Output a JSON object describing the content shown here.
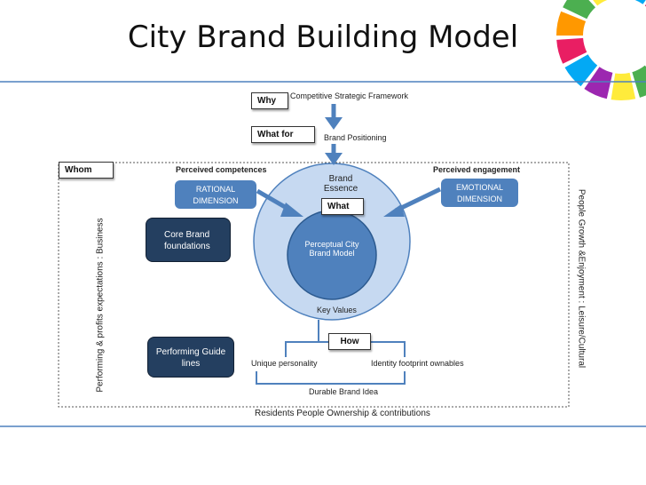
{
  "title": "City Brand Building Model",
  "labels": {
    "why": "Why",
    "what_for": "What for",
    "whom": "Whom",
    "what": "What",
    "how": "How"
  },
  "texts": {
    "competitive_framework": "Competitive Strategic Framework",
    "brand_positioning": "Brand Positioning",
    "perceived_competences": "Perceived competences",
    "perceived_engagement": "Perceived engagement",
    "brand_essence": "Brand Essence",
    "rational_dimension": "RATIONAL DIMENSION",
    "emotional_dimension": "EMOTIONAL DIMENSION",
    "core_brand_foundations": "Core  Brand foundations",
    "perceptual_model": "Perceptual City Brand Model",
    "key_values": "Key Values",
    "performing_guidelines": "Performing Guide lines",
    "unique_personality": "Unique personality",
    "identity_footprint": "Identity footprint ownables",
    "durable_brand_idea": "Durable Brand Idea",
    "residents": "Residents People Ownership & contributions",
    "left_vertical": "Performing & profits  expectations : Business",
    "right_vertical": "People Growth &Enjoyment : Leisure/Cultural"
  },
  "colors": {
    "outer_ring": "#c6d9f1",
    "inner_circle": "#4f81bd",
    "dimension_box": "#4f81bd",
    "dark_box": "#243f60",
    "arrow": "#4f81bd",
    "logo_colors": [
      "#e91e63",
      "#ff9800",
      "#4caf50",
      "#ffeb3b",
      "#9c27b0",
      "#03a9f4"
    ]
  }
}
